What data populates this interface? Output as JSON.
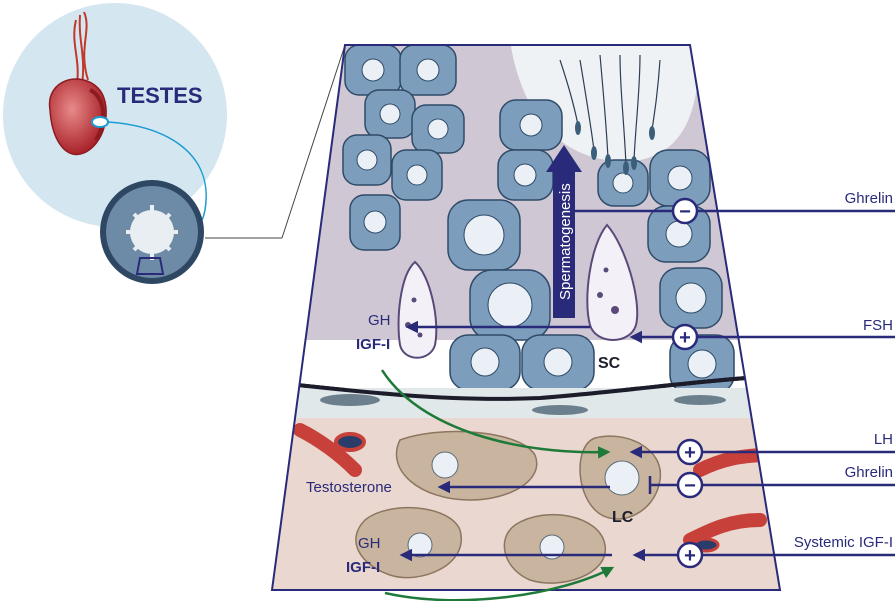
{
  "organ_label": "TESTES",
  "inputs": {
    "ghrelin_top": {
      "label": "Ghrelin",
      "effect": "−"
    },
    "fsh": {
      "label": "FSH",
      "effect": "+"
    },
    "lh": {
      "label": "LH",
      "effect": "+"
    },
    "ghrelin_bottom": {
      "label": "Ghrelin",
      "effect": "−"
    },
    "systemic_igf": {
      "label": "Systemic IGF-I",
      "effect": "+"
    }
  },
  "labels": {
    "spermatogenesis": "Spermatogenesis",
    "gh_top": "GH",
    "igf_top": "IGF-I",
    "sc": "SC",
    "lc": "LC",
    "testosterone": "Testosterone",
    "gh_bottom": "GH",
    "igf_bottom": "IGF-I"
  },
  "colors": {
    "navy": "#2a2a7a",
    "cell_blue": "#7d9dbd",
    "tubule_bg": "#cfc8d4",
    "interstitium": "#e9d6cf",
    "leydig": "#c9b59f",
    "vessel": "#c8403a",
    "green_arrow": "#1f7a3a",
    "bubble": "#d4e6f0"
  }
}
